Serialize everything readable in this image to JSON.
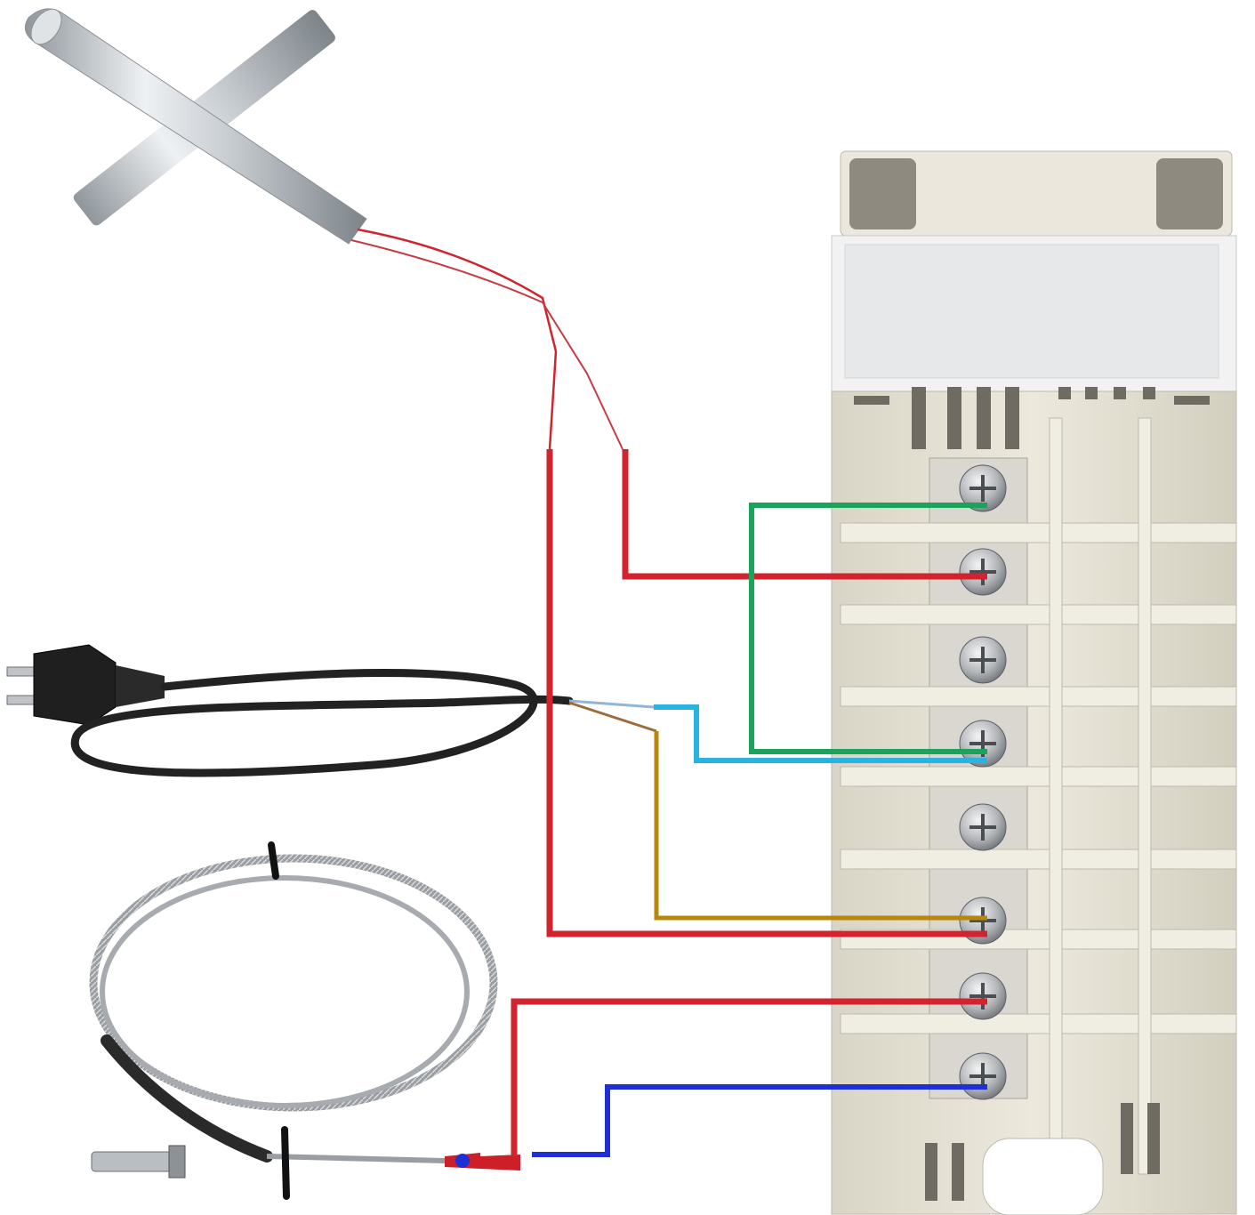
{
  "colors": {
    "heater_wire": "#d2232e",
    "green_wire": "#1aa35a",
    "cyan_wire": "#2ab3e0",
    "brown_wire": "#b8860b",
    "blue_wire": "#1e2fd6",
    "controller_body": "#e8e4d6",
    "cable_black": "#222222",
    "probe_steel": "#c7ccd1"
  },
  "components": [
    {
      "id": "heater-rod",
      "icon": "cartridge-heater-icon"
    },
    {
      "id": "power-plug",
      "icon": "power-plug-icon"
    },
    {
      "id": "thermocouple",
      "icon": "thermocouple-probe-icon"
    },
    {
      "id": "controller",
      "icon": "temperature-controller-icon"
    }
  ]
}
